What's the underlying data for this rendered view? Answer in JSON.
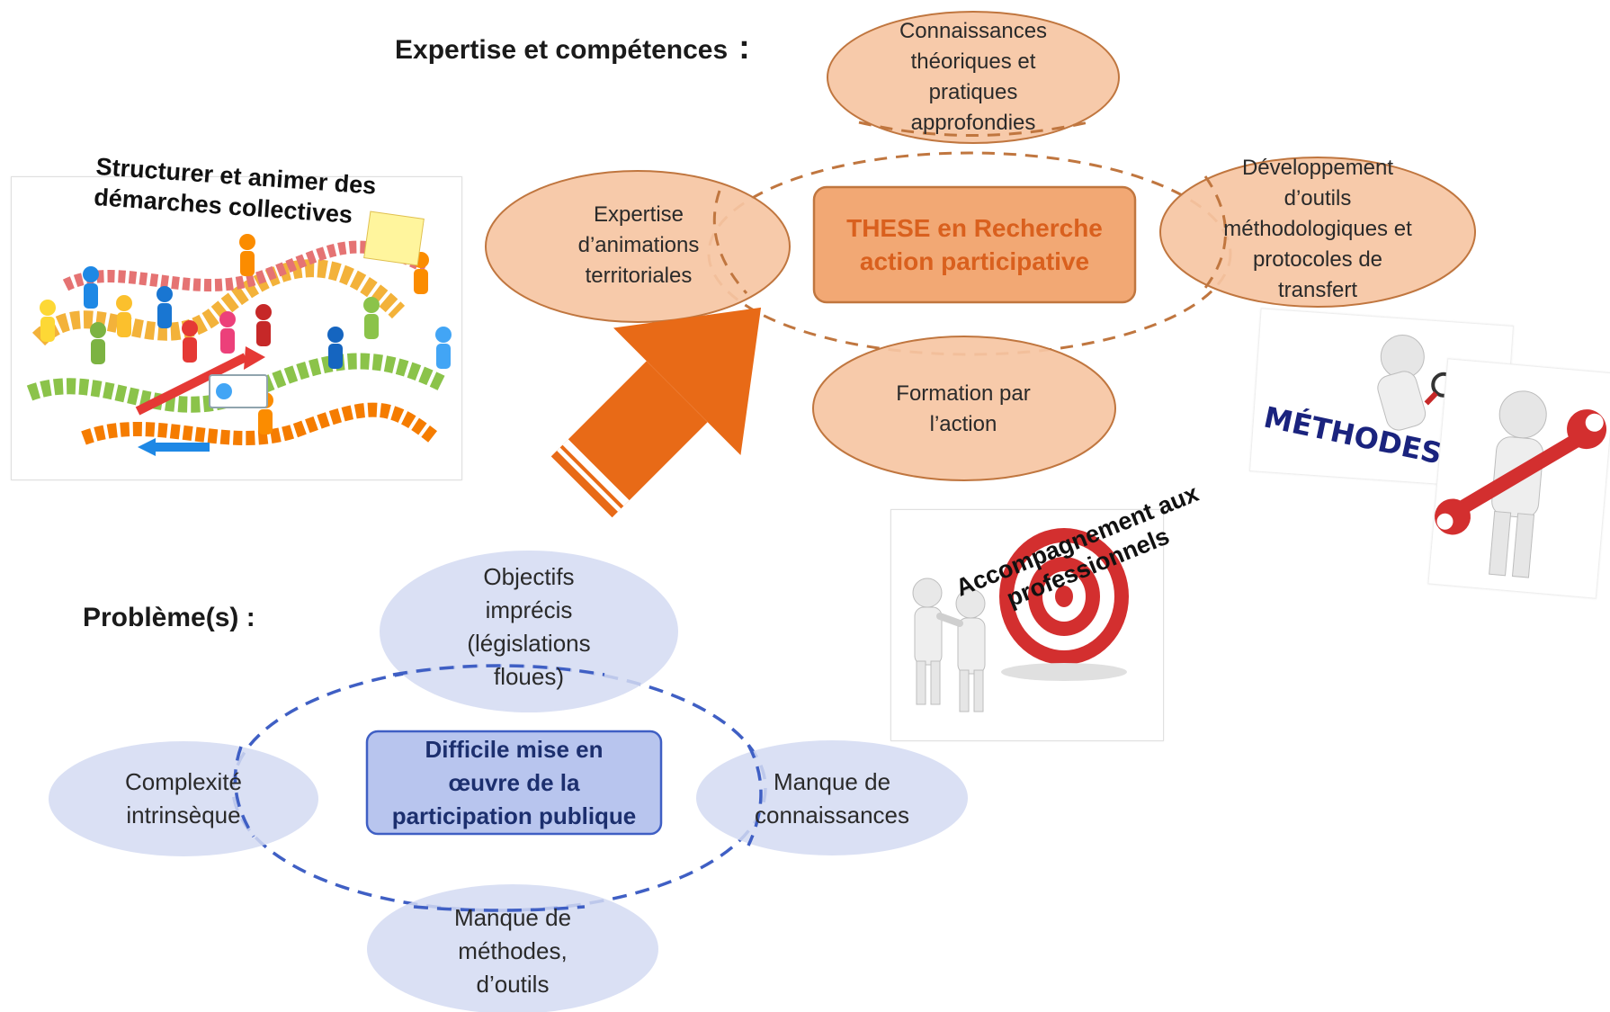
{
  "headings": {
    "expertise": "Expertise et compétences",
    "expertise_colon": ":",
    "problemes": "Problème(s) :"
  },
  "expertise_cycle": {
    "center": [
      "THESE en Recherche",
      "action participative"
    ],
    "nodes": {
      "top": [
        "Connaissances",
        "théoriques et",
        "pratiques",
        "approfondies"
      ],
      "left": [
        "Expertise",
        "d’animations",
        "territoriales"
      ],
      "right": [
        "Développement",
        "d’outils",
        "méthodologiques et",
        "protocoles de",
        "transfert"
      ],
      "bottom": [
        "Formation par",
        "l’action"
      ]
    }
  },
  "probleme_cycle": {
    "center": [
      "Difficile mise en",
      "œuvre de la",
      "participation publique"
    ],
    "nodes": {
      "top": [
        "Objectifs",
        "imprécis",
        "(législations",
        "floues)"
      ],
      "left": [
        "Complexité",
        "intrinsèque"
      ],
      "right": [
        "Manque de",
        "connaissances"
      ],
      "bottom": [
        "Manque de",
        "méthodes,",
        "d’outils"
      ]
    }
  },
  "images": {
    "collective": {
      "title": [
        "Structurer et animer des",
        "démarches collectives"
      ]
    },
    "accompagnement": {
      "title": [
        "Accompagnement aux",
        "professionnels"
      ]
    },
    "methodes": {
      "sign_text": "MÉTHODES"
    }
  },
  "colors": {
    "orange_fill": "#f6c5a3",
    "orange_stroke": "#c0763f",
    "orange_center": "#f2a874",
    "orange_text": "#d9601e",
    "blue_fill": "#d3daf2",
    "blue_center": "#b8c5ee",
    "blue_stroke": "#3f5fc4",
    "arrow": "#e86a17"
  }
}
